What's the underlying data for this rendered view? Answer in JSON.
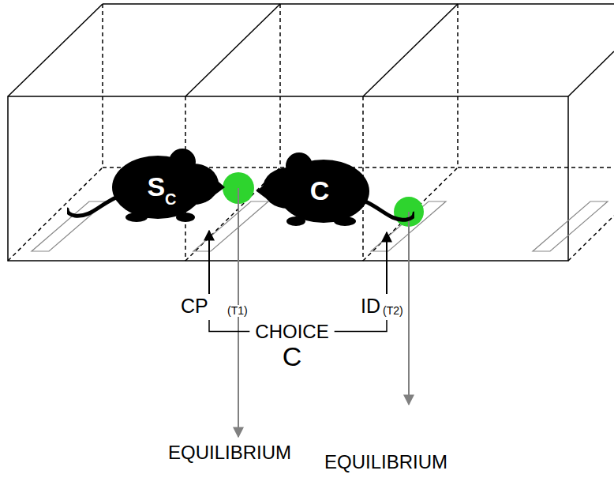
{
  "diagram": {
    "nodes": [
      {
        "text": [
          "S",
          "C"
        ]
      },
      {
        "text": [
          "C"
        ]
      }
    ],
    "labels": [
      "CP",
      "(T1)",
      "ID",
      "(T2)",
      "CHOICE",
      "C",
      "EQUILIBRIUM",
      "EQUILIBRIUM"
    ]
  }
}
